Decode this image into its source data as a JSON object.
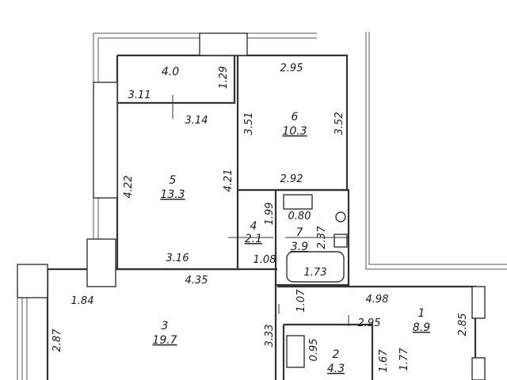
{
  "rooms": [
    {
      "num": "1",
      "area": "8.9"
    },
    {
      "num": "2",
      "area": "4.3"
    },
    {
      "num": "3",
      "area": "19.7"
    },
    {
      "num": "4",
      "area": "2.1"
    },
    {
      "num": "5",
      "area": "13.3"
    },
    {
      "num": "6",
      "area": "10.3"
    },
    {
      "num": "7",
      "area": "3.9"
    },
    {
      "num": "",
      "area": "4.0"
    }
  ],
  "dimensions": {
    "d295_top": "2.95",
    "d129": "1.29",
    "d311": "3.11",
    "d314": "3.14",
    "d351": "3.51",
    "d352": "3.52",
    "d422": "4.22",
    "d421": "4.21",
    "d292": "2.92",
    "d199": "1.99",
    "d080": "0.80",
    "d237": "2.37",
    "d316": "3.16",
    "d108": "1.08",
    "d173": "1.73",
    "d435": "4.35",
    "d184": "1.84",
    "d107": "1.07",
    "d498": "4.98",
    "d295_mid": "2.95",
    "d285": "2.85",
    "d287": "2.87",
    "d333": "3.33",
    "d095": "0.95",
    "d167": "1.67",
    "d177": "1.77"
  }
}
